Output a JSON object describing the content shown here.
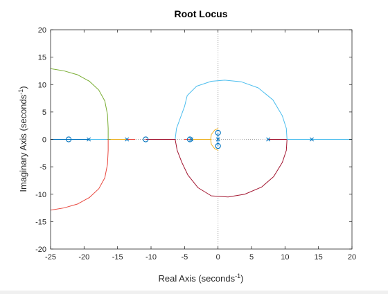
{
  "chart_data": {
    "type": "line",
    "title": "Root Locus",
    "xlabel": "Real Axis (seconds",
    "xlabel_exp": "-1",
    "xlabel_close": ")",
    "ylabel": "Imaginary Axis (seconds",
    "ylabel_exp": "-1",
    "ylabel_close": ")",
    "xlim": [
      -25,
      20
    ],
    "ylim": [
      -20,
      20
    ],
    "xticks": [
      -25,
      -20,
      -15,
      -10,
      -5,
      0,
      5,
      10,
      15,
      20
    ],
    "yticks": [
      -20,
      -15,
      -10,
      -5,
      0,
      5,
      10,
      15,
      20
    ],
    "grid": false,
    "axes_box": true,
    "zero_crosshair": true,
    "colors": {
      "blue": "#0072bd",
      "orange": "#edb120",
      "green": "#77ac30",
      "red": "#e8453c",
      "darkred": "#a2142f",
      "cyan": "#4dbeee",
      "marker": "#0072bd",
      "crosshair": "#a6a6a6",
      "axes": "#262626"
    },
    "poles": [
      {
        "re": -19.3,
        "im": 0
      },
      {
        "re": -13.6,
        "im": 0
      },
      {
        "re": -4.0,
        "im": 0
      },
      {
        "re": 0.0,
        "im": 0
      },
      {
        "re": 7.5,
        "im": 0
      },
      {
        "re": 14.0,
        "im": 0
      }
    ],
    "zeros": [
      {
        "re": -22.3,
        "im": 0
      },
      {
        "re": -10.8,
        "im": 0
      },
      {
        "re": -4.2,
        "im": 0
      },
      {
        "re": 0.0,
        "im": 1.2
      },
      {
        "re": 0.0,
        "im": -1.2
      }
    ],
    "series": [
      {
        "color": "blue",
        "points": [
          [
            -19.3,
            0
          ],
          [
            -22.3,
            0
          ]
        ]
      },
      {
        "color": "blue",
        "points": [
          [
            -25,
            0
          ],
          [
            -22.3,
            0
          ]
        ]
      },
      {
        "color": "cyan",
        "points": [
          [
            -19.3,
            0
          ],
          [
            -16.5,
            0
          ]
        ]
      },
      {
        "color": "green",
        "points": [
          [
            -16.5,
            0
          ],
          [
            -16.0,
            0
          ]
        ]
      },
      {
        "color": "orange",
        "points": [
          [
            -13.6,
            0
          ],
          [
            -16.0,
            0
          ]
        ]
      },
      {
        "color": "red",
        "points": [
          [
            -13.6,
            0
          ],
          [
            -12.4,
            0
          ]
        ]
      },
      {
        "color": "green",
        "points": [
          [
            -16.4,
            0
          ],
          [
            -16.4,
            2
          ],
          [
            -16.5,
            4.5
          ],
          [
            -16.9,
            7
          ],
          [
            -17.8,
            9
          ],
          [
            -19.2,
            10.6
          ],
          [
            -21.0,
            11.8
          ],
          [
            -23.0,
            12.5
          ],
          [
            -25.0,
            12.9
          ]
        ]
      },
      {
        "color": "red",
        "points": [
          [
            -16.4,
            0
          ],
          [
            -16.4,
            -2
          ],
          [
            -16.5,
            -4.5
          ],
          [
            -16.9,
            -7
          ],
          [
            -17.8,
            -9
          ],
          [
            -19.2,
            -10.6
          ],
          [
            -21.0,
            -11.8
          ],
          [
            -23.0,
            -12.5
          ],
          [
            -25.0,
            -12.9
          ]
        ]
      },
      {
        "color": "darkred",
        "points": [
          [
            -10.8,
            0
          ],
          [
            -6.4,
            0
          ]
        ]
      },
      {
        "color": "red",
        "points": [
          [
            -4.0,
            0
          ],
          [
            -5.0,
            0
          ]
        ]
      },
      {
        "color": "orange",
        "points": [
          [
            -4.0,
            0
          ],
          [
            -1.0,
            0
          ]
        ]
      },
      {
        "color": "orange",
        "points": [
          [
            -1.1,
            0
          ],
          [
            -1.0,
            0.9
          ],
          [
            -0.5,
            1.7
          ],
          [
            0.0,
            2.0
          ]
        ]
      },
      {
        "color": "orange",
        "points": [
          [
            -1.1,
            0
          ],
          [
            -1.0,
            -0.9
          ],
          [
            -0.5,
            -1.7
          ],
          [
            0.0,
            -2.0
          ]
        ]
      },
      {
        "color": "blue",
        "points": [
          [
            0.0,
            0
          ],
          [
            0.0,
            1.2
          ]
        ]
      },
      {
        "color": "blue",
        "points": [
          [
            0.0,
            0
          ],
          [
            0.0,
            -1.2
          ]
        ]
      },
      {
        "color": "cyan",
        "points": [
          [
            -6.4,
            0
          ],
          [
            -6.2,
            2
          ],
          [
            -5.6,
            4
          ],
          [
            -5.0,
            6
          ],
          [
            -4.6,
            8
          ],
          [
            -3.2,
            9.7
          ],
          [
            -1.0,
            10.6
          ],
          [
            1.0,
            10.8
          ],
          [
            3.5,
            10.5
          ],
          [
            6.0,
            9.4
          ],
          [
            8.2,
            7.2
          ],
          [
            9.6,
            4.3
          ],
          [
            10.2,
            2
          ],
          [
            10.3,
            0
          ]
        ]
      },
      {
        "color": "darkred",
        "points": [
          [
            -6.4,
            0
          ],
          [
            -6.1,
            -2
          ],
          [
            -5.4,
            -4.2
          ],
          [
            -4.5,
            -6.5
          ],
          [
            -3.0,
            -8.8
          ],
          [
            -1.0,
            -10.3
          ],
          [
            1.5,
            -10.5
          ],
          [
            4.0,
            -10.0
          ],
          [
            6.5,
            -8.7
          ],
          [
            8.3,
            -6.8
          ],
          [
            9.6,
            -4.2
          ],
          [
            10.2,
            -2
          ],
          [
            10.3,
            0
          ]
        ]
      },
      {
        "color": "darkred",
        "points": [
          [
            7.5,
            0
          ],
          [
            10.3,
            0
          ]
        ]
      },
      {
        "color": "cyan",
        "points": [
          [
            14.0,
            0
          ],
          [
            10.3,
            0
          ]
        ]
      },
      {
        "color": "cyan",
        "points": [
          [
            14.0,
            0
          ],
          [
            20.0,
            0
          ]
        ]
      }
    ]
  }
}
